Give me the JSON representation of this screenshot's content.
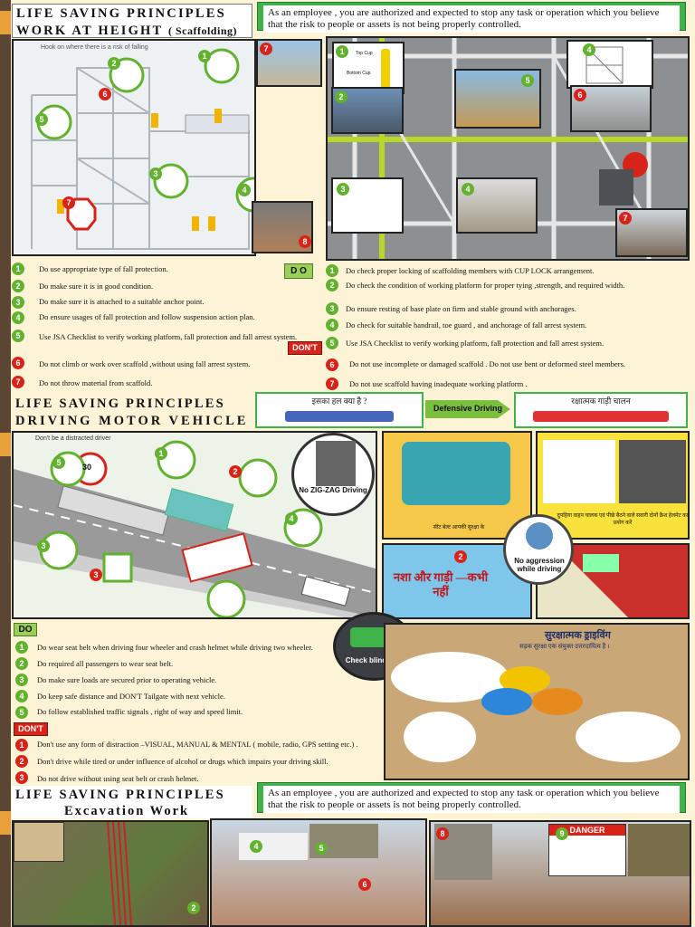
{
  "sections": {
    "scaffolding": {
      "title_line1": "LIFE SAVING PRINCIPLES",
      "title_line2": "WORK AT HEIGHT",
      "title_paren": "( Scaffolding)",
      "illus_caption": "Hook on where there is a risk of falling",
      "photo_labels": [
        "Top Cup",
        "Bottom Cup"
      ]
    },
    "driving": {
      "title_line1": "LIFE SAVING PRINCIPLES",
      "title_line2": "DRIVING MOTOR VEHICLE",
      "illus_caption": "Don't be a distracted driver",
      "banner_left": "इसका हल क्या है ?",
      "banner_arrow": "Defensive Driving",
      "banner_right": "रक्षात्मक गाड़ी चालन",
      "zigzag": "No ZIG-ZAG Driving",
      "aggression": "No aggression while driving",
      "blind_spot": "Check blind spot",
      "hindi_poster": "नशा और गाड़ी —कभी नहीं",
      "defensive_title": "सुरक्षात्मक ड्राइविंग",
      "defensive_sub": "सड़क सुरक्षा एक संयुक्त उत्तरदायित्व है ।",
      "seatbelt_caption": "सीट बेल्ट आपकी सुरक्षा के",
      "helmet_caption": "दुपहिया वाहन चालक एवं पीछे बैठने वाले सवारी दोनों क्रैश हेलमेट का प्रयोग करें"
    },
    "excavation": {
      "title_line1": "LIFE SAVING PRINCIPLES",
      "title_line2": "Excavation Work",
      "danger": "DANGER"
    }
  },
  "notice": "As an employee , you are authorized and expected to stop any task or operation which you believe that the risk to people or assets is not being properly controlled.",
  "tags": {
    "do": "D O",
    "do2": "DO",
    "dont": "DON'T"
  },
  "scaff_left_do": [
    "Do use appropriate type of fall protection.",
    "Do make sure it is in good condition.",
    "Do make sure it is attached to a suitable anchor point.",
    "Do ensure usages of fall protection and follow suspension action plan.",
    "Use JSA Checklist to verify working platform, fall protection and fall arrest system."
  ],
  "scaff_left_dont": [
    "Do not climb or work over scaffold ,without using fall arrest system.",
    "Do not throw material from scaffold."
  ],
  "scaff_right_do": [
    "Do check  proper locking of scaffolding members with CUP LOCK  arrangement.",
    "Do check the condition of working platform for proper tying ,strength, and required width.",
    "Do ensure resting of base plate on firm and stable ground with anchorages.",
    "Do check for suitable handrail, toe guard , and anchorage of fall arrest system.",
    "Use JSA Checklist to verify working platform, fall protection and fall arrest system."
  ],
  "scaff_right_dont": [
    "Do not use incomplete or damaged  scaffold . Do not use bent or deformed steel members.",
    "Do not use scaffold having inadequate working platform ."
  ],
  "drive_do": [
    "Do wear seat belt when driving four wheeler and crash helmet  while driving two wheeler.",
    "Do required all passengers to wear seat belt.",
    "Do make sure loads are secured prior to operating vehicle.",
    "Do keep safe distance and DON'T Tailgate with next vehicle.",
    "Do follow established traffic signals , right of way and speed limit."
  ],
  "drive_dont": [
    "Don't use any form of distraction –VISUAL, MANUAL & MENTAL ( mobile, radio, GPS setting etc.) .",
    "Don't drive while tired or under influence of alcohol or drugs which impairs your driving skill.",
    "Do not drive without using seat belt or crash helmet."
  ],
  "numbers": [
    "1",
    "2",
    "3",
    "4",
    "5",
    "6",
    "7",
    "8",
    "9"
  ],
  "speed_sign": "30",
  "colors": {
    "green": "#3db34a",
    "red": "#d8231a",
    "cream": "#fdf3d6",
    "stripe": "#5a4632",
    "orange": "#e8a13a"
  }
}
